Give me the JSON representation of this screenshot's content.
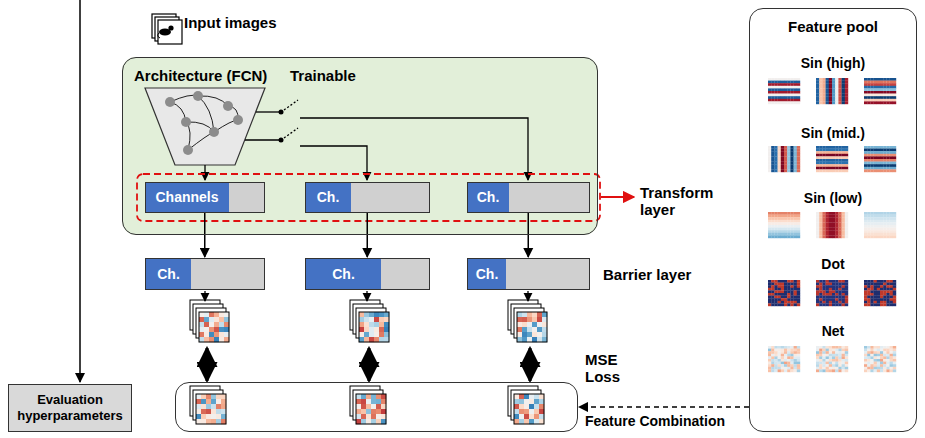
{
  "diagram": {
    "nodes": [
      {
        "text": [
          "Architecture (FCN)",
          "Trainable"
        ]
      },
      {
        "text": [
          "Channels"
        ],
        "in": 0
      },
      {
        "text": [
          "Ch."
        ],
        "in": 0
      },
      {
        "text": [
          "Ch."
        ],
        "in": 0
      },
      {
        "text": [
          "Ch."
        ]
      },
      {
        "text": [
          "Ch."
        ]
      },
      {
        "text": [
          "Ch."
        ]
      },
      {
        "text": [
          "MSE Loss"
        ]
      },
      {
        "text": [
          "Feature pool",
          "Sin (high)",
          "Sin (mid.)",
          "Sin (low)",
          "Dot",
          "Net"
        ]
      },
      {
        "text": [
          "Evaluation hyperparameters"
        ]
      }
    ],
    "edges": [
      {
        "from": 1,
        "to": 4,
        "arrow": "to"
      },
      {
        "from": 2,
        "to": 5,
        "arrow": "to"
      },
      {
        "from": 3,
        "to": 6,
        "arrow": "to"
      },
      {
        "from": 8,
        "to": 7,
        "arrow": "to",
        "label": "Feature Combination"
      }
    ],
    "labels": [
      "Input images",
      "Transform layer",
      "Barrier layer"
    ]
  }
}
